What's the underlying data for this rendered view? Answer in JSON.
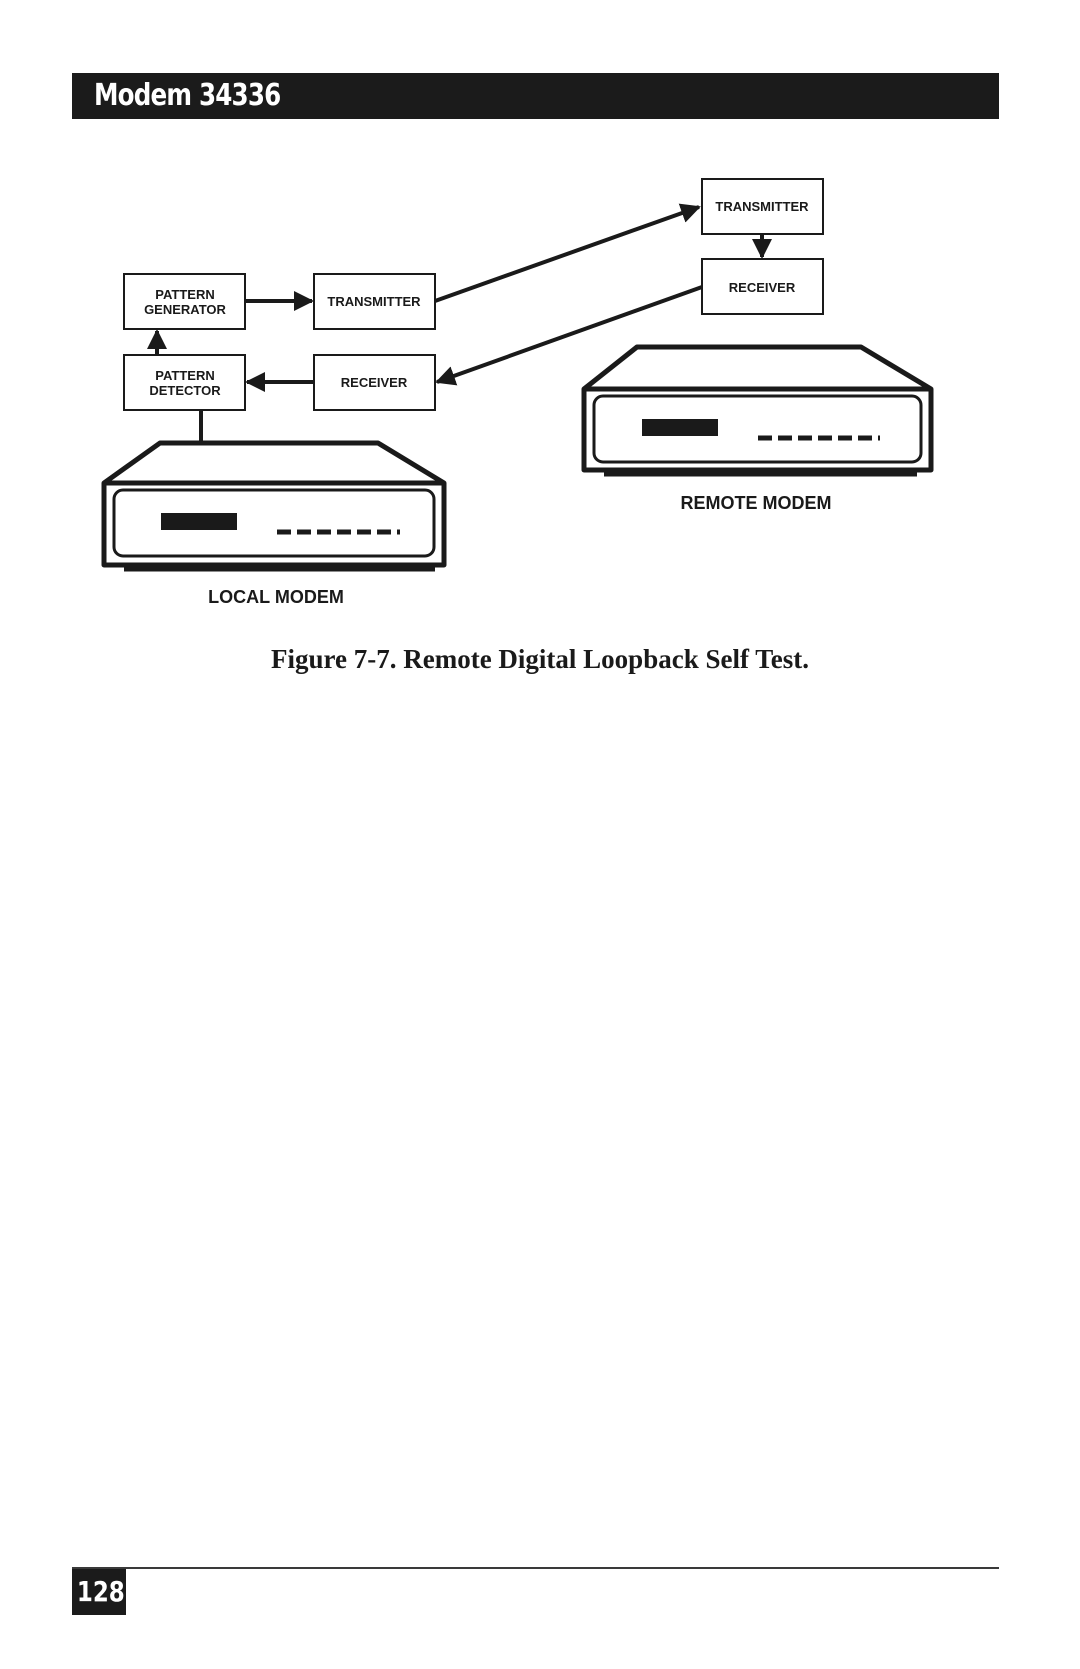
{
  "header": {
    "title": "Modem 34336"
  },
  "diagram": {
    "local": {
      "pattern_generator": [
        "PATTERN",
        "GENERATOR"
      ],
      "pattern_detector": [
        "PATTERN",
        "DETECTOR"
      ],
      "transmitter": "TRANSMITTER",
      "receiver": "RECEIVER",
      "modem_label": "LOCAL MODEM"
    },
    "remote": {
      "transmitter": "TRANSMITTER",
      "receiver": "RECEIVER",
      "modem_label": "REMOTE MODEM"
    }
  },
  "caption": "Figure 7-7.  Remote Digital Loopback Self Test.",
  "footer": {
    "page_number": "128"
  }
}
